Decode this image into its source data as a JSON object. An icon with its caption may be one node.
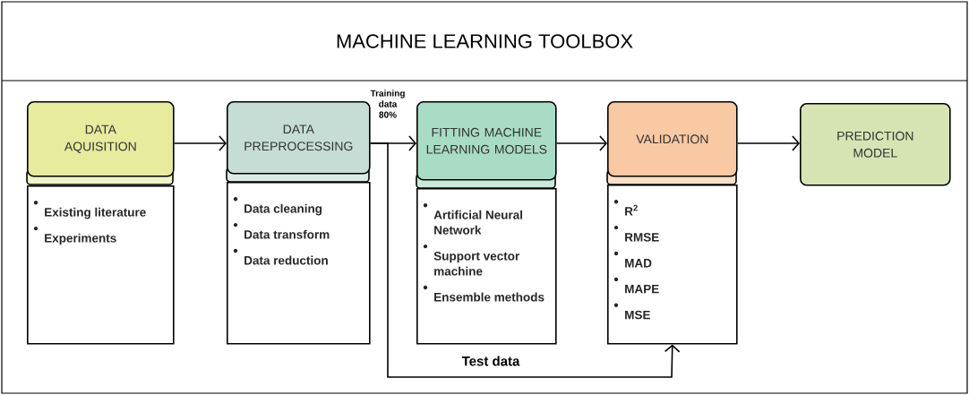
{
  "diagram": {
    "title": "MACHINE LEARNING TOOLBOX",
    "nodes": [
      {
        "text": [
          "DATA AQUISITION"
        ]
      },
      {
        "text": [
          "Existing literature",
          "Experiments"
        ]
      },
      {
        "text": [
          "DATA PREPROCESSING"
        ]
      },
      {
        "text": [
          "Data cleaning",
          "Data transform",
          "Data reduction"
        ]
      },
      {
        "text": [
          "FITTING MACHINE LEARNING MODELS"
        ]
      },
      {
        "text": [
          "Artificial Neural Network",
          "Support vector machine",
          "Ensemble methods"
        ]
      },
      {
        "text": [
          "VALIDATION"
        ]
      },
      {
        "text": [
          "R$^{2}$",
          "RMSE",
          "MAD",
          "MAPE",
          "MSE"
        ]
      },
      {
        "text": [
          "PREDICTION MODEL"
        ]
      }
    ],
    "edges": [
      {
        "from": 0,
        "to": 2,
        "arrow": "to"
      },
      {
        "from": 2,
        "to": 4,
        "arrow": "to",
        "label": "Training data 80%"
      },
      {
        "from": 4,
        "to": 6,
        "arrow": "to"
      },
      {
        "from": 6,
        "to": 8,
        "arrow": "to"
      },
      {
        "from": 2,
        "to": 7,
        "arrow": "to",
        "label": "Test data"
      }
    ]
  }
}
